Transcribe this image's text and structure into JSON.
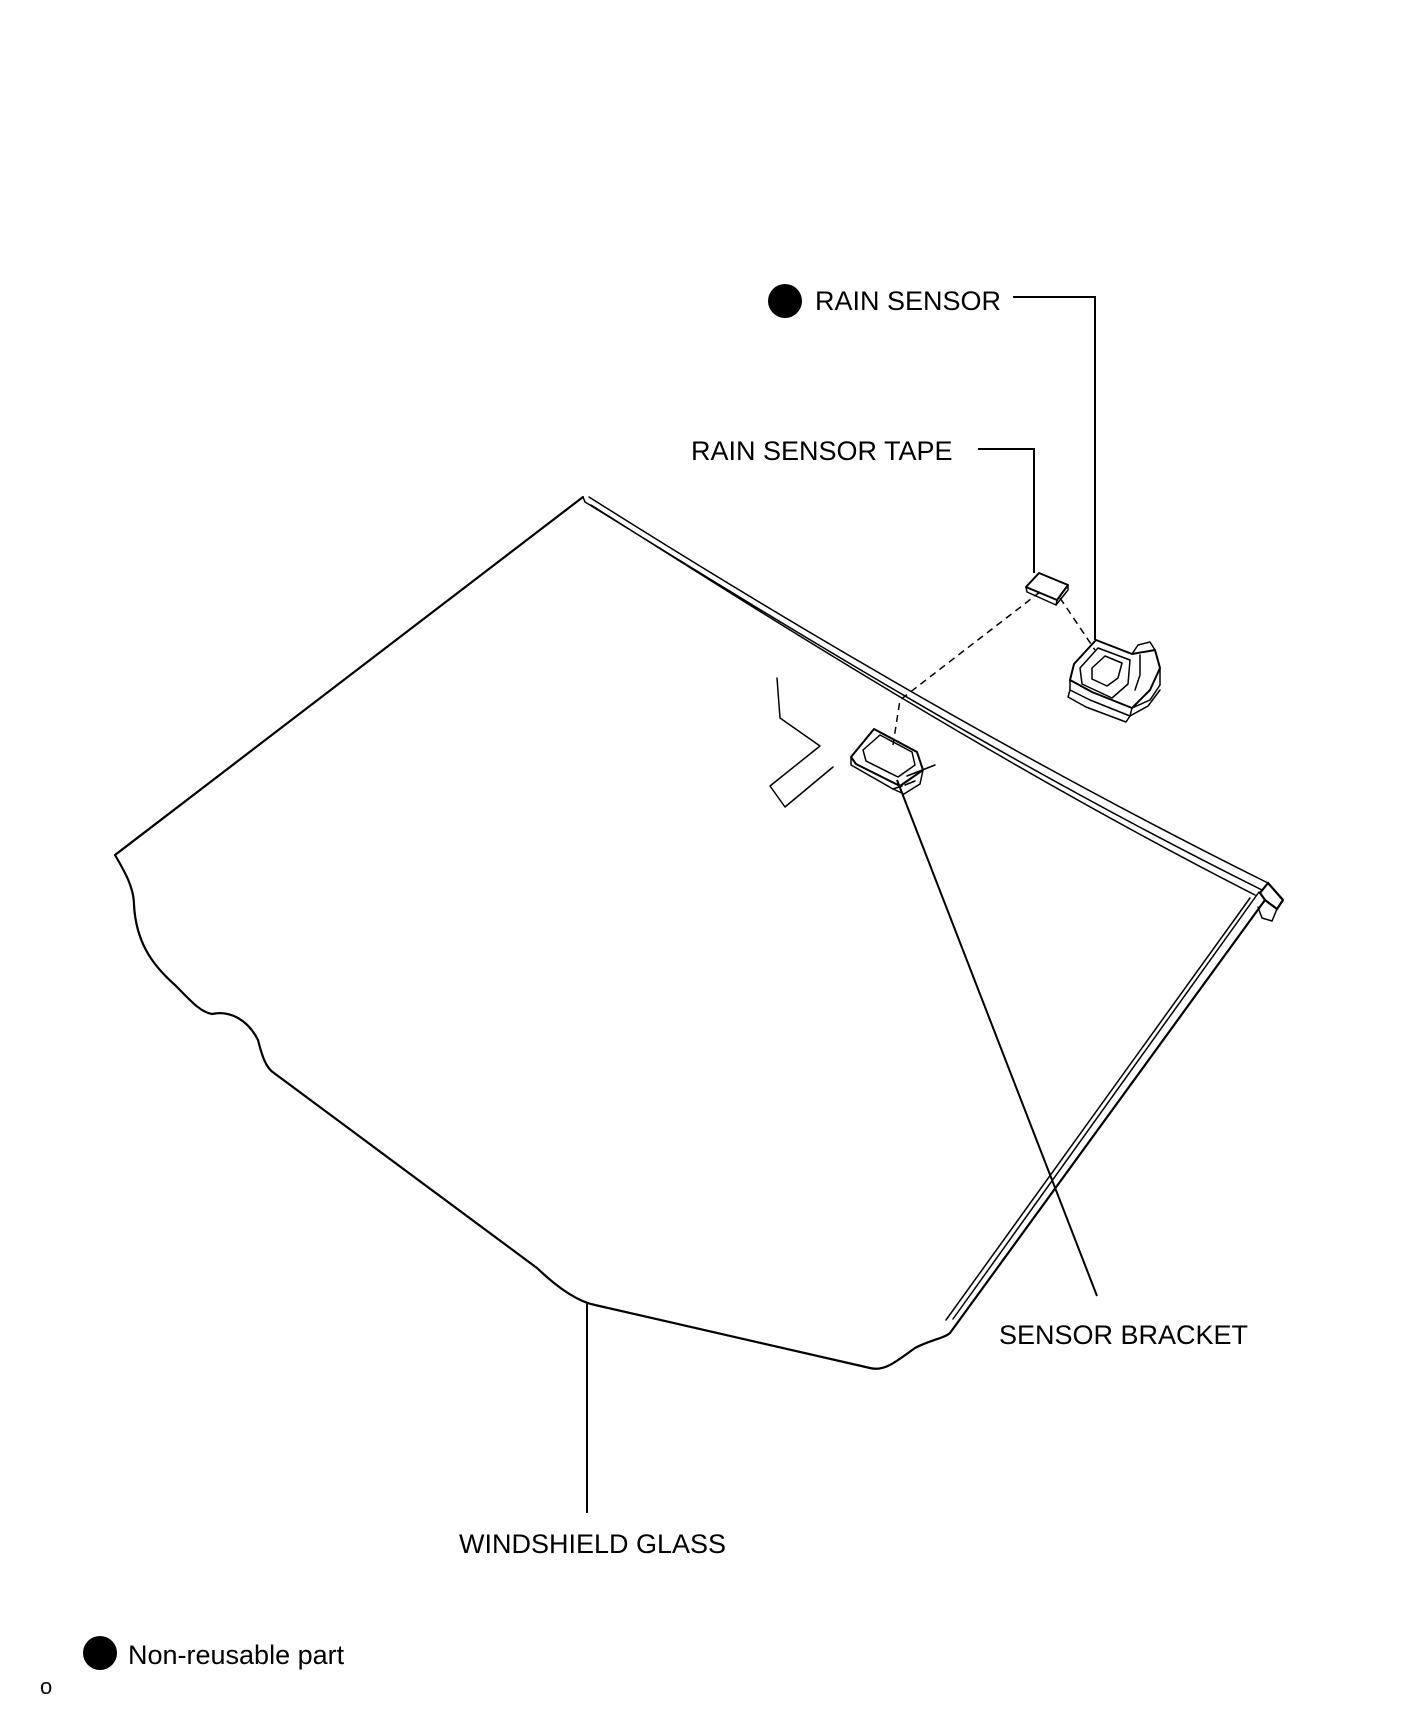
{
  "labels": {
    "rain_sensor": "RAIN SENSOR",
    "rain_sensor_tape": "RAIN SENSOR TAPE",
    "sensor_bracket": "SENSOR BRACKET",
    "windshield_glass": "WINDSHIELD GLASS"
  },
  "legend": {
    "non_reusable": "Non-reusable part"
  },
  "figure_code": "o",
  "colors": {
    "ink": "#000000",
    "background": "#ffffff"
  }
}
